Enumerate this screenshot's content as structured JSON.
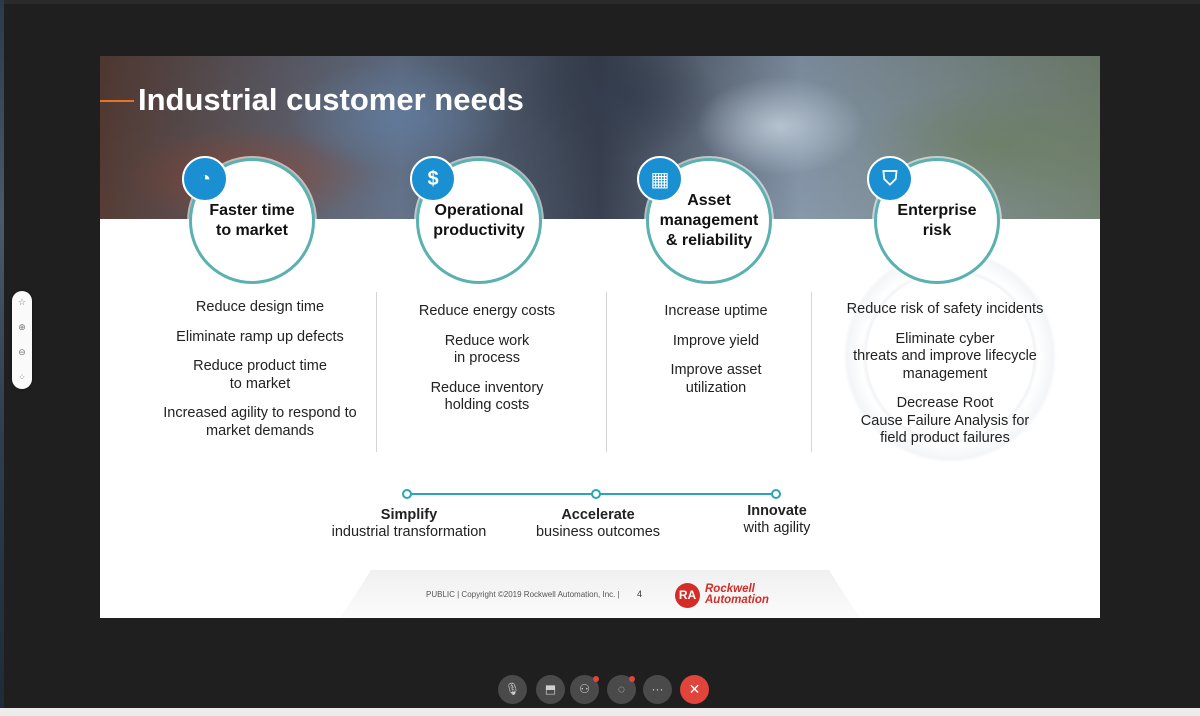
{
  "slide": {
    "title": "Industrial customer needs",
    "needs": [
      {
        "label": "Faster time\nto market",
        "icon": "speed-gauge-icon"
      },
      {
        "label": "Operational\nproductivity",
        "icon": "dollar-icon"
      },
      {
        "label": "Asset\nmanagement\n& reliability",
        "icon": "machine-icon"
      },
      {
        "label": "Enterprise\nrisk",
        "icon": "shield-icon"
      }
    ],
    "columns": [
      {
        "items": [
          "Reduce design time",
          "Eliminate ramp up defects",
          "Reduce product time\nto market",
          "Increased agility to respond to\nmarket demands"
        ]
      },
      {
        "items": [
          "Reduce energy costs",
          "Reduce work\nin process",
          "Reduce inventory\nholding costs"
        ]
      },
      {
        "items": [
          "Increase uptime",
          "Improve yield",
          "Improve asset\nutilization"
        ]
      },
      {
        "items": [
          "Reduce risk of safety incidents",
          "Eliminate cyber\nthreats and improve lifecycle\nmanagement",
          "Decrease Root\nCause Failure Analysis for\nfield product failures"
        ]
      }
    ],
    "timeline": [
      {
        "bold": "Simplify",
        "text": "industrial transformation"
      },
      {
        "bold": "Accelerate",
        "text": "business outcomes"
      },
      {
        "bold": "Innovate",
        "text": "with agility"
      }
    ],
    "footer": {
      "copyright": "PUBLIC | Copyright ©2019 Rockwell Automation, Inc. |",
      "page_number": "4",
      "logo_letters": "RA",
      "company": "Rockwell\nAutomation"
    }
  },
  "colors": {
    "accent_teal": "#2aa6b4",
    "icon_blue": "#1a8fd1",
    "brand_red": "#d42d27",
    "title_line": "#e8722a"
  },
  "call_controls": [
    "mute-icon",
    "share-screen-icon",
    "participants-icon",
    "chat-icon",
    "more-icon",
    "end-call-icon"
  ]
}
